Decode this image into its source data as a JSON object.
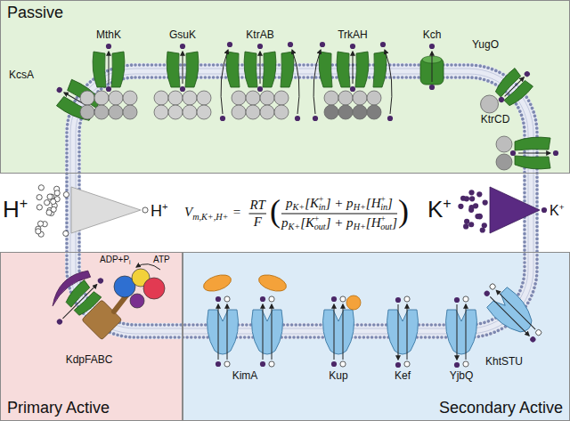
{
  "diagram": {
    "nodes": [
      {
        "text": [
          "Passive"
        ]
      },
      {
        "text": [
          "Primary Active"
        ]
      },
      {
        "text": [
          "Secondary Active"
        ]
      }
    ],
    "labels": [
      "KcsA",
      "MthK",
      "GsuK",
      "KtrAB",
      "TrkAH",
      "Kch",
      "YugO",
      "KtrCD",
      "ADP+P",
      "i",
      "ATP",
      "KdpFABC",
      "KimA",
      "Kup",
      "Kef",
      "YjbQ",
      "KhtSTU",
      "H",
      "+",
      "H",
      "+",
      "K",
      "+",
      "K",
      "+",
      "V",
      "m,K+,H+",
      "=",
      "RT",
      "F",
      "(",
      "p",
      "K+",
      "[K",
      "+",
      "in",
      "] + p",
      "H+",
      "[H",
      "+",
      "in",
      "]",
      "p",
      "K+",
      "[K",
      "+",
      "out",
      "] + p",
      "H+",
      "[H",
      "+",
      "out",
      "]",
      ")"
    ]
  }
}
